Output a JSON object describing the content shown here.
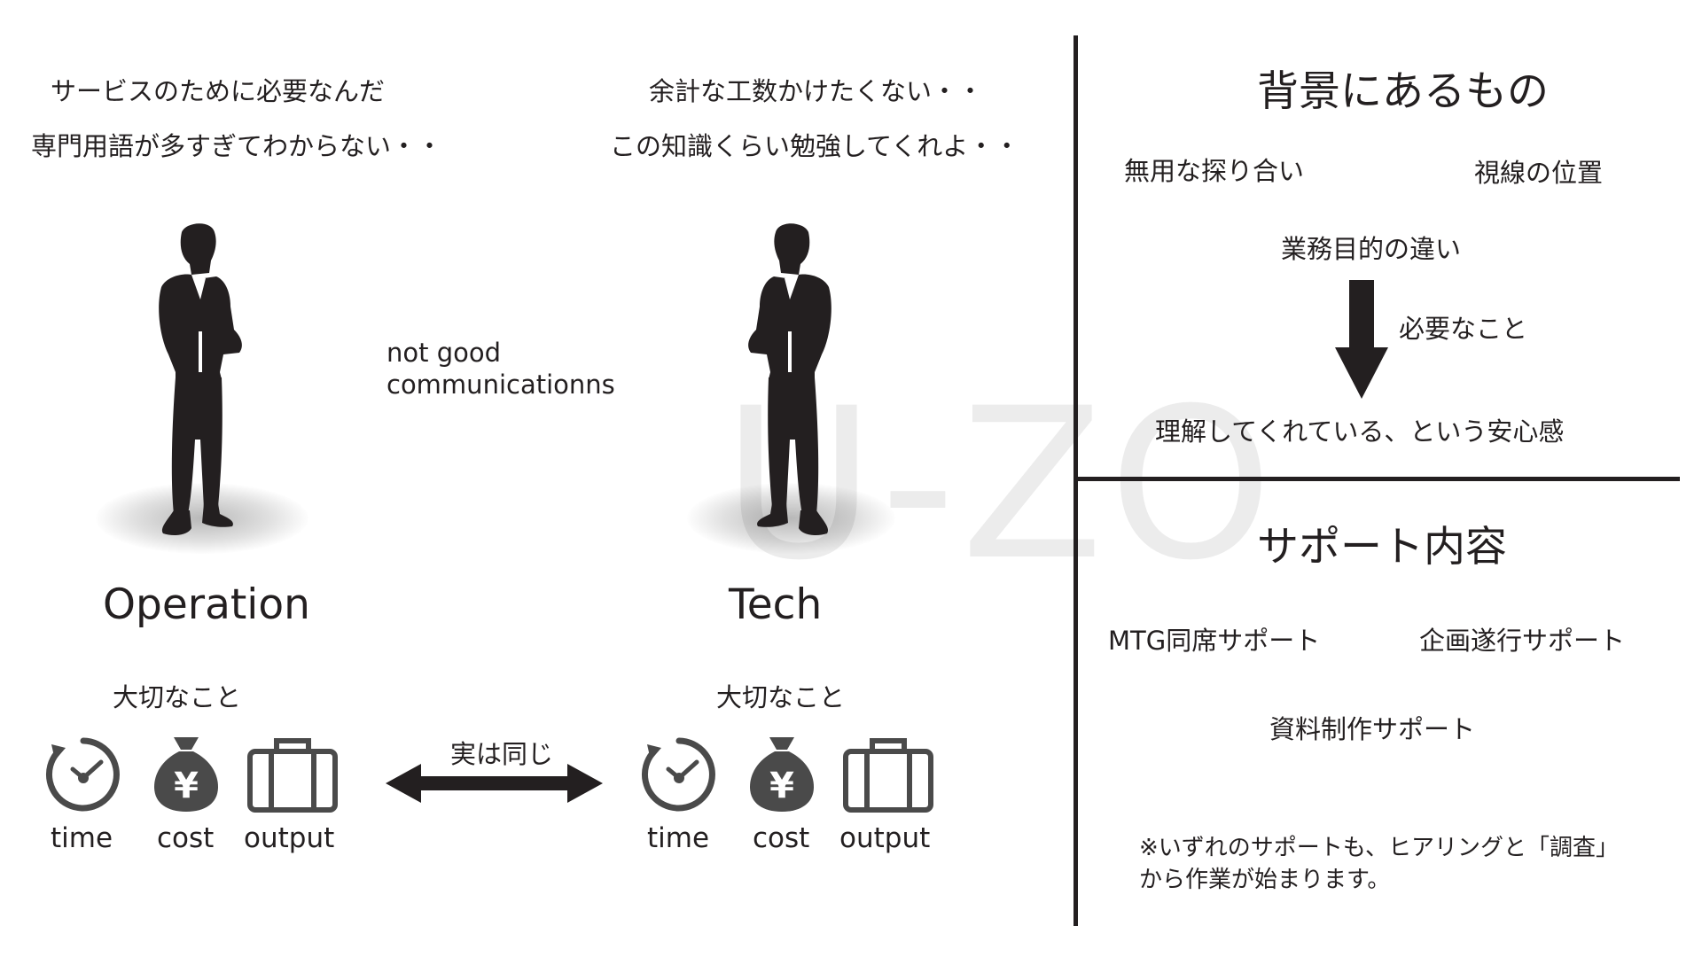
{
  "watermark": "U-ZO",
  "left": {
    "operation": {
      "quote1": "サービスのために必要なんだ",
      "quote2": "専門用語が多すぎてわからない・・",
      "label": "Operation",
      "important": "大切なこと",
      "icons": {
        "time": "time",
        "cost": "cost",
        "output": "output"
      }
    },
    "tech": {
      "quote1": "余計な工数かけたくない・・",
      "quote2": "この知識くらい勉強してくれよ・・",
      "label": "Tech",
      "important": "大切なこと",
      "icons": {
        "time": "time",
        "cost": "cost",
        "output": "output"
      }
    },
    "middle_line1": "not good",
    "middle_line2": "communicationns",
    "same_label": "実は同じ",
    "yen_symbol": "¥"
  },
  "right": {
    "background": {
      "title": "背景にあるもの",
      "item1": "無用な探り合い",
      "item2": "視線の位置",
      "item3": "業務目的の違い",
      "arrow_label": "必要なこと",
      "result": "理解してくれている、という安心感"
    },
    "support": {
      "title": "サポート内容",
      "item1": "MTG同席サポート",
      "item2": "企画遂行サポート",
      "item3": "資料制作サポート",
      "note1": "※いずれのサポートも、ヒアリングと「調査」",
      "note2": "から作業が始まります。"
    }
  },
  "colors": {
    "ink": "#231f20",
    "icon_gray": "#4a4a4a",
    "watermark": "#ececec"
  }
}
